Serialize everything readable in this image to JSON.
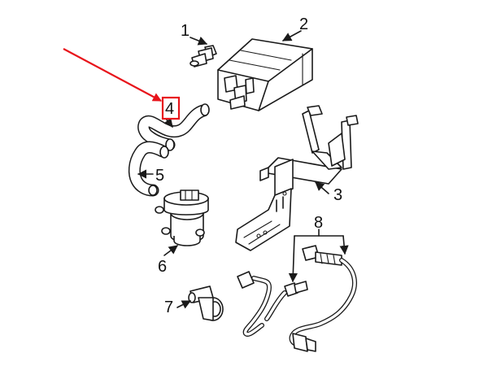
{
  "callouts": {
    "c1": "1",
    "c2": "2",
    "c3": "3",
    "c4": "4",
    "c5": "5",
    "c6": "6",
    "c7": "7",
    "c8": "8"
  },
  "highlight": {
    "arrow_color": "#e8141b",
    "box_color": "#e8141b"
  }
}
